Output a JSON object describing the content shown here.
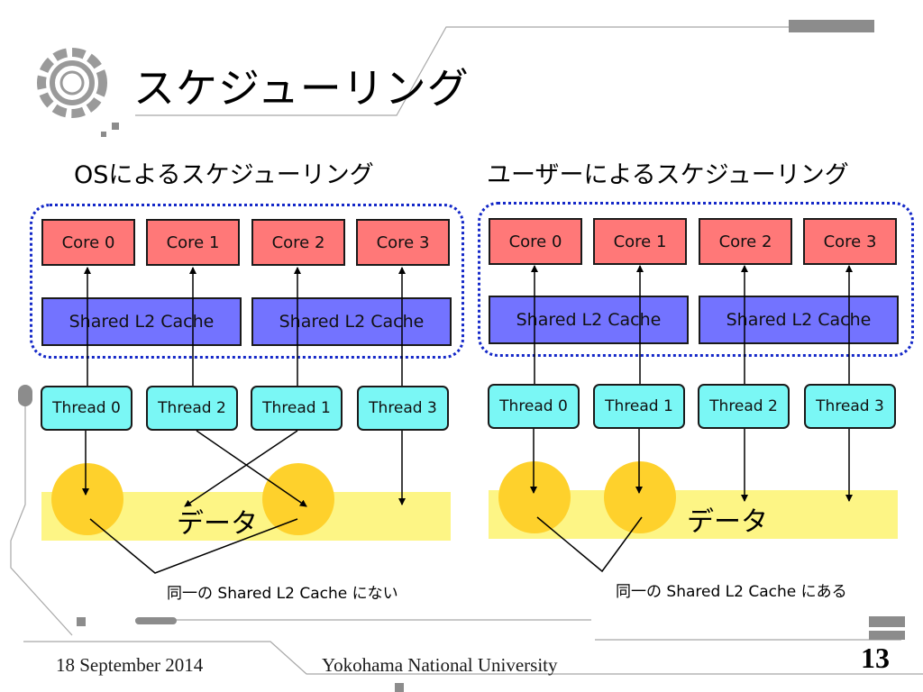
{
  "title": "スケジューリング",
  "left": {
    "heading": "OSによるスケジューリング",
    "cores": [
      "Core 0",
      "Core 1",
      "Core 2",
      "Core 3"
    ],
    "caches": [
      "Shared L2 Cache",
      "Shared L2 Cache"
    ],
    "threads": [
      "Thread 0",
      "Thread 2",
      "Thread 1",
      "Thread 3"
    ],
    "data_label": "データ",
    "caption": "同一の Shared L2 Cache にない"
  },
  "right": {
    "heading": "ユーザーによるスケジューリング",
    "cores": [
      "Core 0",
      "Core 1",
      "Core 2",
      "Core 3"
    ],
    "caches": [
      "Shared L2 Cache",
      "Shared L2 Cache"
    ],
    "threads": [
      "Thread 0",
      "Thread 1",
      "Thread 2",
      "Thread 3"
    ],
    "data_label": "データ",
    "caption": "同一の Shared L2 Cache にある"
  },
  "footer": {
    "date": "18 September 2014",
    "university": "Yokohama National University",
    "page": "13"
  },
  "colors": {
    "core": "#ff7878",
    "cache": "#7373ff",
    "thread": "#7af7f5",
    "data_band": "#fdf585",
    "data_circle": "#fed12c",
    "dotted_border": "#1428c8"
  }
}
